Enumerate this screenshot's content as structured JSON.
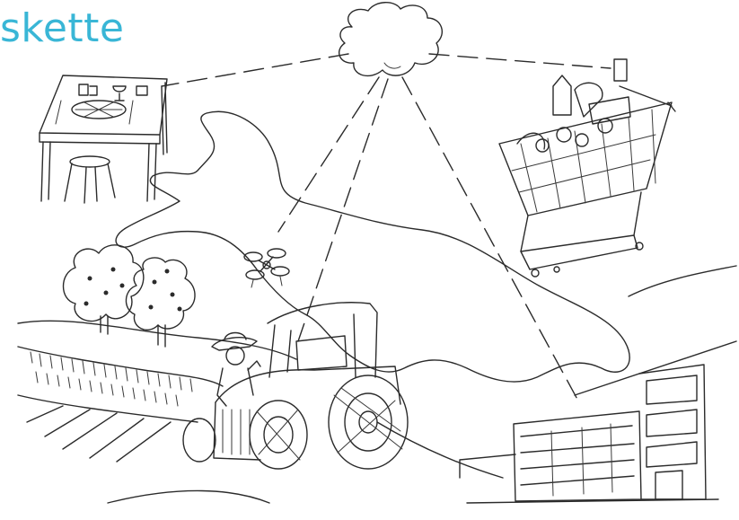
{
  "title": "skette",
  "colors": {
    "title": "#39b6d6",
    "ink": "#2b2b2b",
    "background": "#ffffff"
  },
  "illustration": {
    "elements": [
      "cloud",
      "dining-table",
      "stool",
      "shopping-cart",
      "river",
      "orchard-trees",
      "drone",
      "farmer",
      "tractor",
      "crop-field",
      "factory-building",
      "hills"
    ]
  }
}
